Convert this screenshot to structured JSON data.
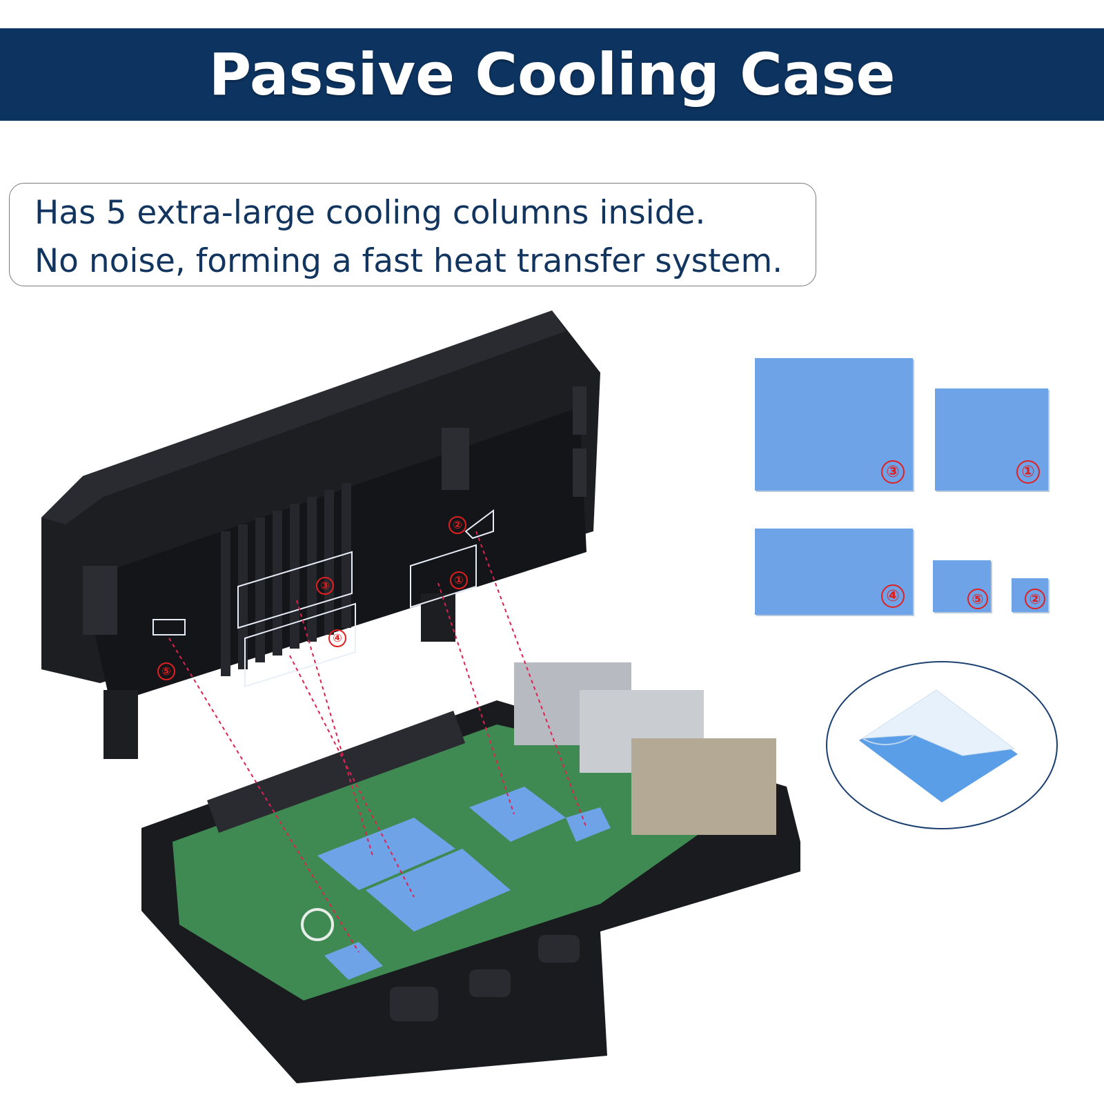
{
  "banner": {
    "title": "Passive Cooling Case",
    "background_color": "#0d3461",
    "text_color": "#ffffff"
  },
  "description": {
    "line1": "Has 5 extra-large cooling columns inside.",
    "line2": "No noise, forming a fast heat transfer system.",
    "text_color": "#12355f"
  },
  "thermal_pads": [
    {
      "label": "③"
    },
    {
      "label": "①"
    },
    {
      "label": "④"
    },
    {
      "label": "⑤"
    },
    {
      "label": "②"
    }
  ],
  "case_callouts": [
    "②",
    "③",
    "①",
    "④",
    "⑤"
  ],
  "colors": {
    "pad_blue": "#6ea3e8",
    "marker_red": "#e02020",
    "case_black": "#1a1b1f",
    "pcb_green": "#3f8a52"
  },
  "icons": [
    "raspberry-logo-icon",
    "thermal-pad-peel-icon"
  ]
}
